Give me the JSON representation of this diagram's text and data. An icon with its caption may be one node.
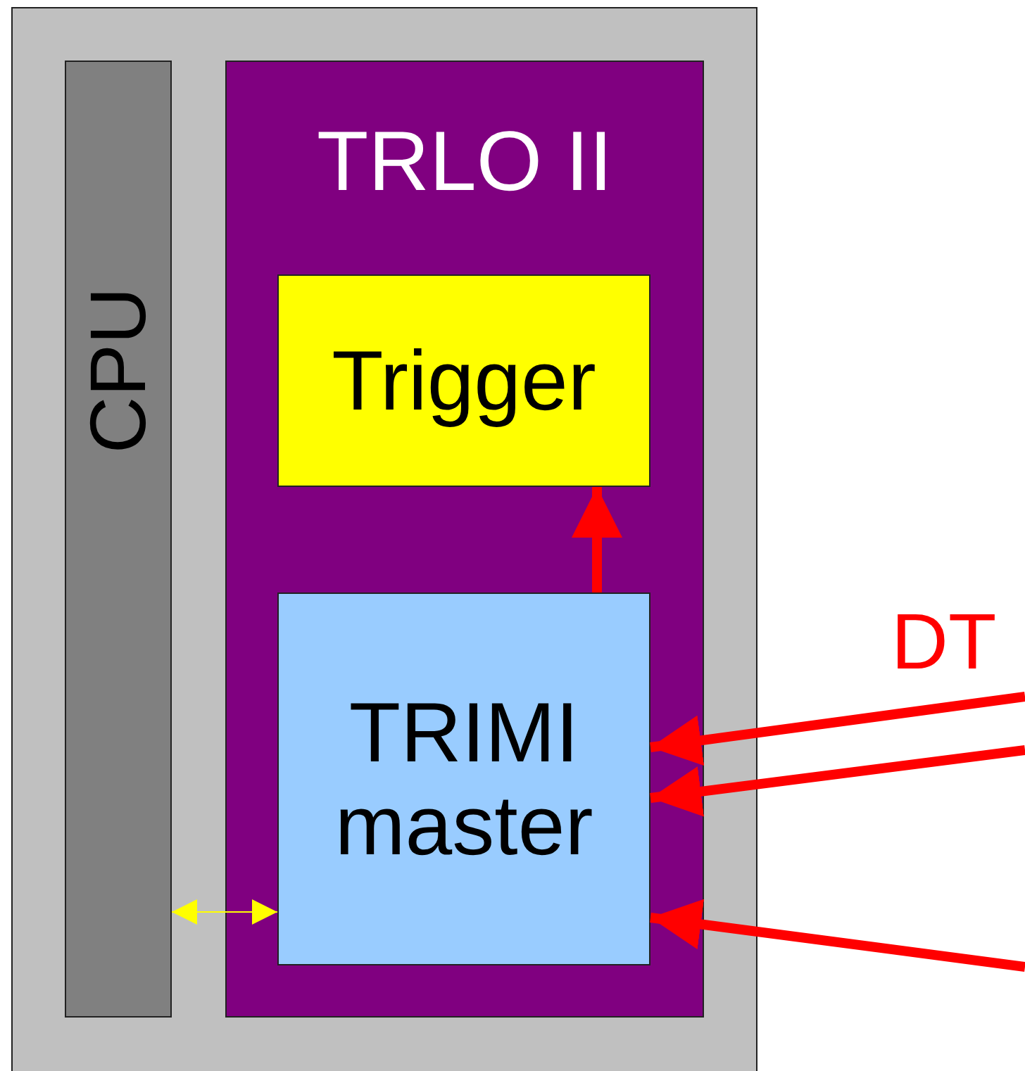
{
  "diagram": {
    "nodes": [
      {
        "text": [],
        "shape": "box"
      },
      {
        "text": [
          "CPU"
        ],
        "in": 0
      },
      {
        "text": [
          "TRLO II"
        ],
        "in": 0
      },
      {
        "text": [
          "Trigger"
        ],
        "in": 2
      },
      {
        "text": [
          "TRIMI master"
        ],
        "in": 2
      }
    ],
    "edges": [
      {
        "from": 4,
        "to": 3,
        "arrow": "to"
      },
      {
        "from": null,
        "to": 4,
        "arrow": "to"
      },
      {
        "from": null,
        "to": 4,
        "arrow": "to"
      },
      {
        "from": null,
        "to": 4,
        "arrow": "to"
      },
      {
        "from": 1,
        "to": 4,
        "arrow": "both",
        "color": "#ffff00"
      }
    ],
    "labels": [
      "DT"
    ]
  }
}
